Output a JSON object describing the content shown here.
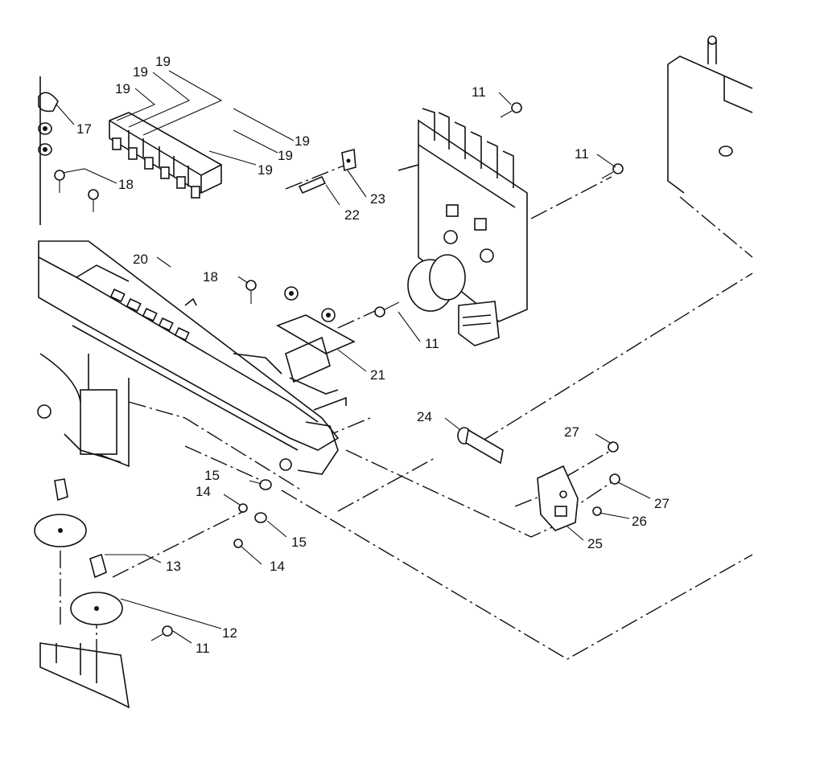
{
  "labels": {
    "l11a": "11",
    "l11b": "11",
    "l11c": "11",
    "l11d": "11",
    "l12": "12",
    "l13": "13",
    "l14a": "14",
    "l14b": "14",
    "l15a": "15",
    "l15b": "15",
    "l17": "17",
    "l18a": "18",
    "l18b": "18",
    "l19a": "19",
    "l19b": "19",
    "l19c": "19",
    "l19d": "19",
    "l19e": "19",
    "l19f": "19",
    "l20": "20",
    "l21": "21",
    "l22": "22",
    "l23": "23",
    "l24": "24",
    "l25": "25",
    "l26": "26",
    "l27a": "27",
    "l27b": "27"
  },
  "colors": {
    "ink": "#111111",
    "paper": "#ffffff"
  }
}
